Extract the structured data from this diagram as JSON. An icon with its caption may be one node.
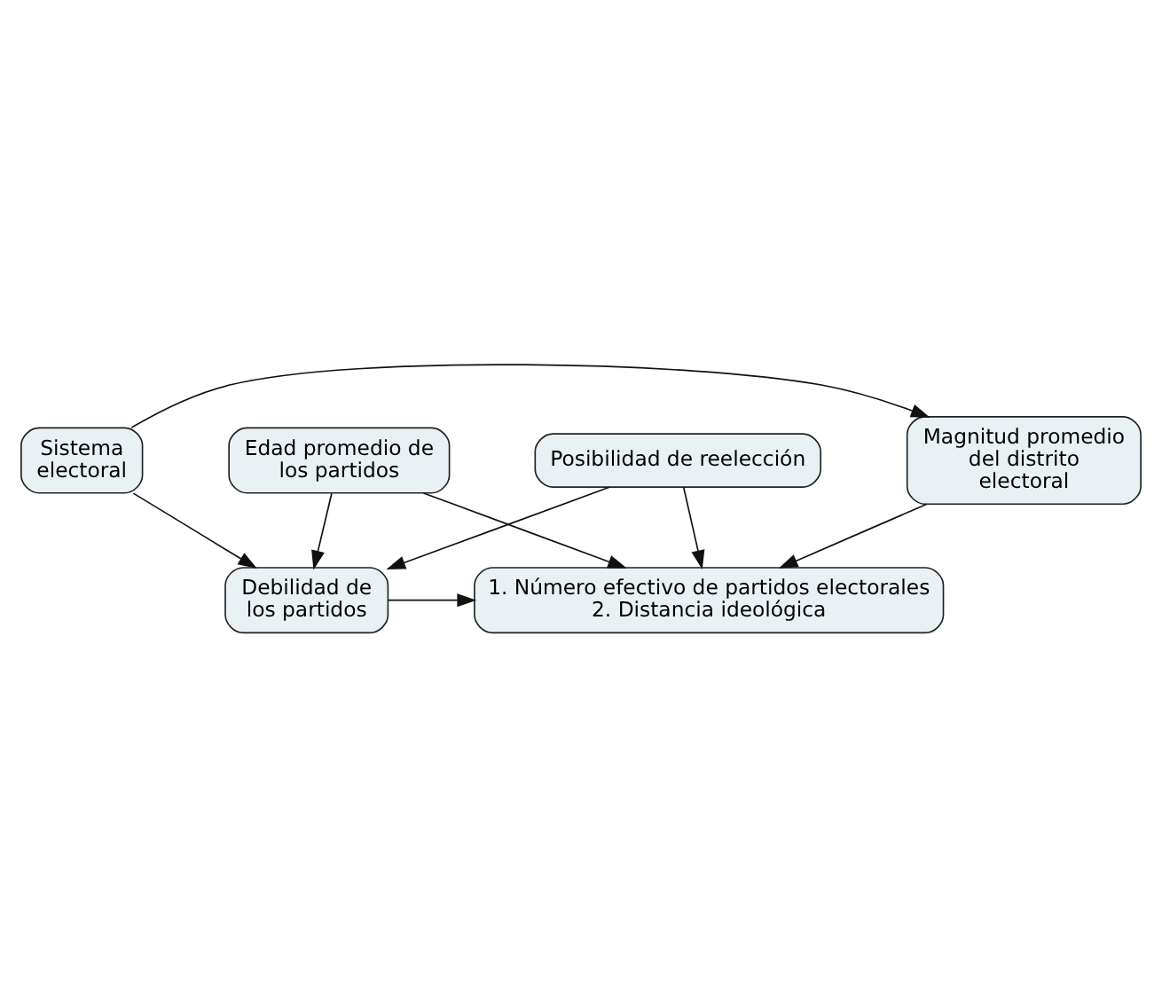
{
  "diagram": {
    "nodes": [
      {
        "text": [
          "Sistema electoral"
        ]
      },
      {
        "text": [
          "Magnitud promedio del distrito electoral"
        ]
      },
      {
        "text": [
          "Debilidad de los partidos"
        ]
      },
      {
        "text": [
          "1. Número efectivo de partidos electorales",
          "2. Distancia ideológica"
        ]
      },
      {
        "text": [
          "Edad promedio de los partidos"
        ]
      },
      {
        "text": [
          "Posibilidad de reelección"
        ]
      }
    ],
    "edges": [
      {
        "from": 0,
        "to": 1,
        "arrow": "to"
      },
      {
        "from": 0,
        "to": 2,
        "arrow": "to"
      },
      {
        "from": 1,
        "to": 3,
        "arrow": "to"
      },
      {
        "from": 2,
        "to": 3,
        "arrow": "to"
      },
      {
        "from": 4,
        "to": 2,
        "arrow": "to"
      },
      {
        "from": 4,
        "to": 3,
        "arrow": "to"
      },
      {
        "from": 5,
        "to": 2,
        "arrow": "to"
      },
      {
        "from": 5,
        "to": 3,
        "arrow": "to"
      }
    ]
  }
}
